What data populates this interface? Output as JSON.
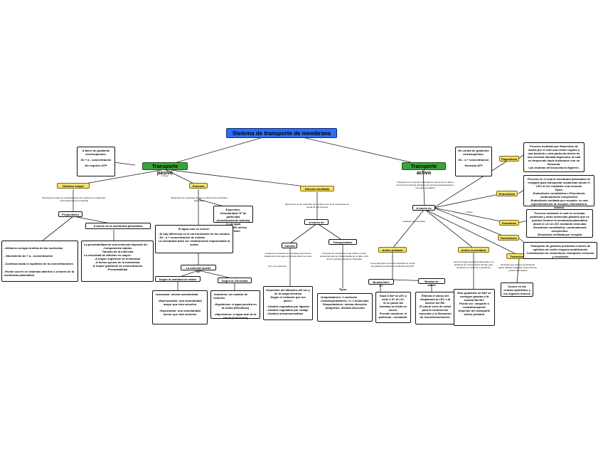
{
  "root": "Sistema de transporte de membrana",
  "passive": {
    "title": "Transporte pasivo",
    "info": [
      "A favor de gradiente electroquímico.",
      "Dx + a - concentración",
      "No requiere ATP"
    ],
    "incluye": "Incluye"
  },
  "active": {
    "title": "Transporte activo",
    "info": [
      "En contra de gradiente electroquímico.",
      "Dx - a + concentración",
      "Necesita ATP"
    ],
    "desc": "Transporte en el cual las moléculas se mueven de un lado a otro de la membrana gracias a una proteína transportadora y con gasto energético",
    "traves": "A través de",
    "incluye": "Incluye",
    "mediante": "mediante de membrana"
  },
  "difusion_simple": {
    "title": "Difusión simple",
    "desc": "Movimiento al azar de moléculas entre dos regiones con diferentes concentraciones de moléculas",
    "propiedades": "Propiedades",
    "props": [
      "-Utiliza la energía cinética de las moléculas",
      "- Movimiento de + a - concentración",
      "-Continúa hasta el equilibrio de la concentraciones",
      "-Puede ocurrir en sistemas abiertos o a través de la membrana plasmática"
    ],
    "traves": "A través de la membrana plasmática",
    "perm": [
      "La permeabilidad de una molécula depende de:",
      "-Composición lípidos",
      "-Tamaño de la molécula",
      "",
      "La velocidad de difusión es mayor:",
      "-A mayor superficie de membrana",
      "-A menor grosor de la membrana",
      "-A mayor gradiente de concentración",
      "-Permeabilidad"
    ]
  },
  "osmosis": {
    "title": "Ósmosis",
    "desc": "Movimiento de moléculas de agua a través de la membrana plasmática",
    "expresion": [
      "Expresión:",
      "Osmolaridad: Nº de partículas (osmóticamente activas) / L de agua",
      "cuerpo = 300 mOsm   0,9% NaCl"
    ],
    "agua": [
      "El agua solo se mueve:",
      "- Si hay diferencia en la concentración de los solutos",
      "- De - a + concentración de solutos",
      "",
      "La membrana debe ser relativamente impermeable al soluto"
    ],
    "solucion": "La solución puede ser",
    "segun_cantidad": "Según la cantidad de mates",
    "segun_tonicidad": "Según la Tonicidad",
    "cantidad": [
      "-Isosmolar: misma osmolaridad",
      "-Hiperosmolar: una osmolaridad mayor que otra solución",
      "-Hiposmolar: una osmolaridad menor que otra solución"
    ],
    "tonicidad": [
      "-Isotónica: sin cambio de volumen",
      "-Hipotónica: el agua penetra en la célula (Hemólisis)",
      "-Hipertónica: el agua sale de la célula (Crenación)"
    ]
  },
  "facilitada": {
    "title": "Difusión facilitada",
    "desc": "Movimiento de las moléculas de un lado a otro de la membrana con ayuda de una proteína",
    "traves": "A través de",
    "canales": "Canales",
    "canales_desc": "Conjunto de proteínas de membrana que forman canales llenos de agua por donde pasan los iones.",
    "selectivos": "Son muy selectivos",
    "canales_box": [
      "Dependen del diámetro del ion y de la carga eléctrica",
      "",
      "Según el estímulo que los abren:",
      "- Canales regulados por ligando",
      "- Canales regulados por voltaje",
      "- Canales mecanosensibles"
    ],
    "transportador": "Transportador",
    "trans_desc": "Proteínas de membrana en las cuales se unen sustancias para ser transportadas de un lado a otro de la membrana donde son liberadas",
    "tipos": "Tipos",
    "tipos_box": [
      "-Uniportadores: 1 molécula",
      "",
      "-Cotransportadores: >= 2 moléculas",
      "Simportadores: misma dirección",
      "Antiportes: distinta dirección"
    ]
  },
  "primario": {
    "title": "Activo primario",
    "desc": "La energía para mover las moléculas en contra de gradiente proviene de la hidrólisis del ATP",
    "bomba_na": "Bomba Na+/ K+",
    "bomba_ca": "Bomba de calcio",
    "na_box": [
      "Saca 3 Na+ al LEC y mete 2 K+ al LIC.",
      "",
      "Si se paran las bombas la célula se muere.",
      "",
      "Permite mantener el potencial - constante."
    ],
    "ca_box": [
      "Elimina el calcio del citoplasma al LEC o al interior del RE.",
      "",
      "El calcio sirve de señal para la contracción muscular y la liberación de neurotransmisores."
    ]
  },
  "secundario": {
    "title": "Activo secundario",
    "desc": "Usa la energía potencial almacenada en el gradiente de concentración del Na+ para desplazar en contra de su gradiente",
    "box": [
      "Este gradiente de Na+ se consigue gracias a la bomba Na+/K+",
      "",
      "Puede ser: simporte o contratransporte",
      "",
      "Depende del transporte activo primario"
    ]
  },
  "transcitosis": {
    "title": "Transcitosis",
    "desc": "Vesículas que contiene al transporte pasan (difusión facilitada, activo primario y activo secundario)",
    "box": "Ocurre en las células epiteliales y los órganos huecos"
  },
  "fagocitosis": {
    "title": "Fagocitosis",
    "box": [
      "Proceso mediado por filamentos de actina por el cual una célula engulle a una bacteria u otra partícula dentro de una vesícula llamada fagosoma, la cual se desprende hacia fusionarse con un lisosoma.",
      "Las enzimas del lisosoma la digieren."
    ]
  },
  "endocitosis": {
    "title": "Endocitosis",
    "box": [
      "Proceso en el cual la membrana plasmática se invagina para transportar sustancias desde el LEC al LIC mediante una vesícula",
      "Tipos:",
      "-Endocitosis constitutiva o Pinocitosis: continuamente inespecífico",
      "-Endocitosis mediada por receptor: es una específicamente al receptor, internaliza la clatrina"
    ]
  },
  "exocitosis": {
    "title": "Exocitosis",
    "box": [
      "Proceso mediante el cual se secretan proteínas y otras moléculas grandes que se pueden llevarse la membrana plasmática desde el LIC al LEC mediante vesículas",
      "-Exocitosis constitutiva: continuamente inespecífico",
      "-Exocitosis mediada por receptor"
    ]
  },
  "transcitosis2": {
    "title": "Transcitosis",
    "box": [
      "Transporte de grandes proteínas a través de epitelios sin sufrir ninguna modificación",
      "Combinación de endocitosis, transporte vesicular y exocitosis"
    ]
  },
  "colors": {
    "root": "#2d6ef0",
    "main": "#3aa23a",
    "sub": "#f4e16a"
  }
}
